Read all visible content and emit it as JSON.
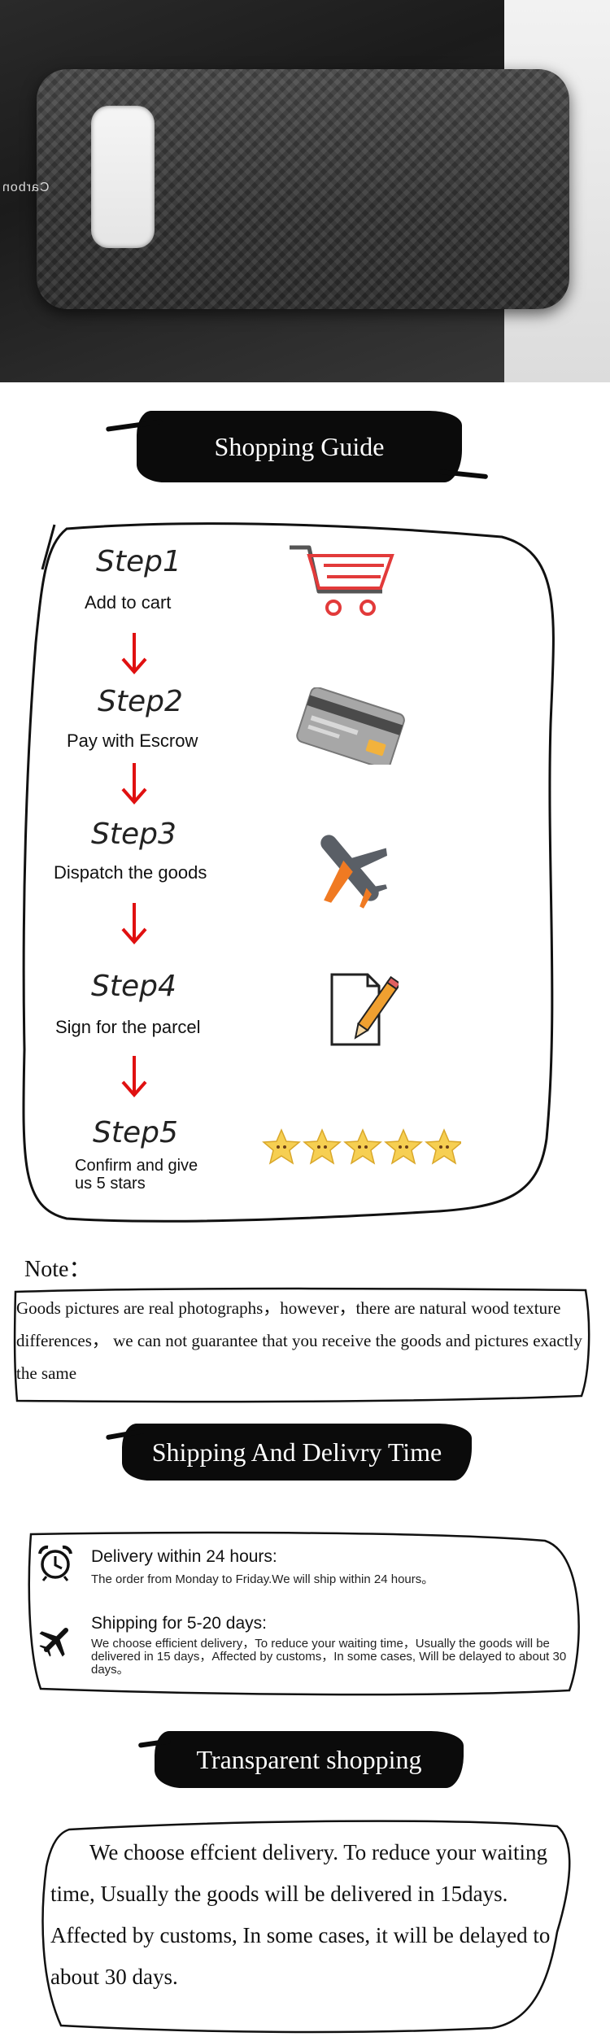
{
  "hero": {
    "brand_mark": "Carbon",
    "image_desc_alt": "Carbon fiber phone case"
  },
  "guide": {
    "banner": "Shopping Guide",
    "steps": [
      {
        "title": "Step1",
        "desc": "Add to cart",
        "icon": "shopping-cart-icon"
      },
      {
        "title": "Step2",
        "desc": "Pay with Escrow",
        "icon": "credit-card-icon"
      },
      {
        "title": "Step3",
        "desc": "Dispatch the goods",
        "icon": "airplane-icon"
      },
      {
        "title": "Step4",
        "desc": "Sign for the parcel",
        "icon": "document-pen-icon"
      },
      {
        "title": "Step5",
        "desc_line1": "Confirm and give",
        "desc_line2": "us 5 stars",
        "icon": "five-stars-icon"
      }
    ]
  },
  "note": {
    "title": "Note：",
    "text": "Goods pictures are real photographs，however，there are natural wood texture differences， we can not guarantee that you receive the goods and pictures exactly the same"
  },
  "shipping": {
    "banner": "Shipping And Delivry Time",
    "items": [
      {
        "head": "Delivery within 24 hours:",
        "body": "The order from Monday to Friday.We will ship within 24 hours。",
        "icon": "alarm-clock-icon"
      },
      {
        "head": "Shipping for 5-20 days:",
        "body": "We choose efficient delivery，To reduce your waiting time，Usually the goods will be delivered in 15 days，Affected by customs，In some cases, Will be delayed to about 30 days。",
        "icon": "airplane-icon"
      }
    ]
  },
  "transparent": {
    "banner": "Transparent shopping",
    "text": "We choose effcient delivery. To reduce your waiting time, Usually the goods will be delivered in 15days.  Affected by customs, In some cases, it will be delayed to about 30 days."
  },
  "colors": {
    "accent_red": "#e01010",
    "ink": "#0b0b0b",
    "icon_orange": "#f07a22",
    "icon_gray": "#5a5f66"
  }
}
